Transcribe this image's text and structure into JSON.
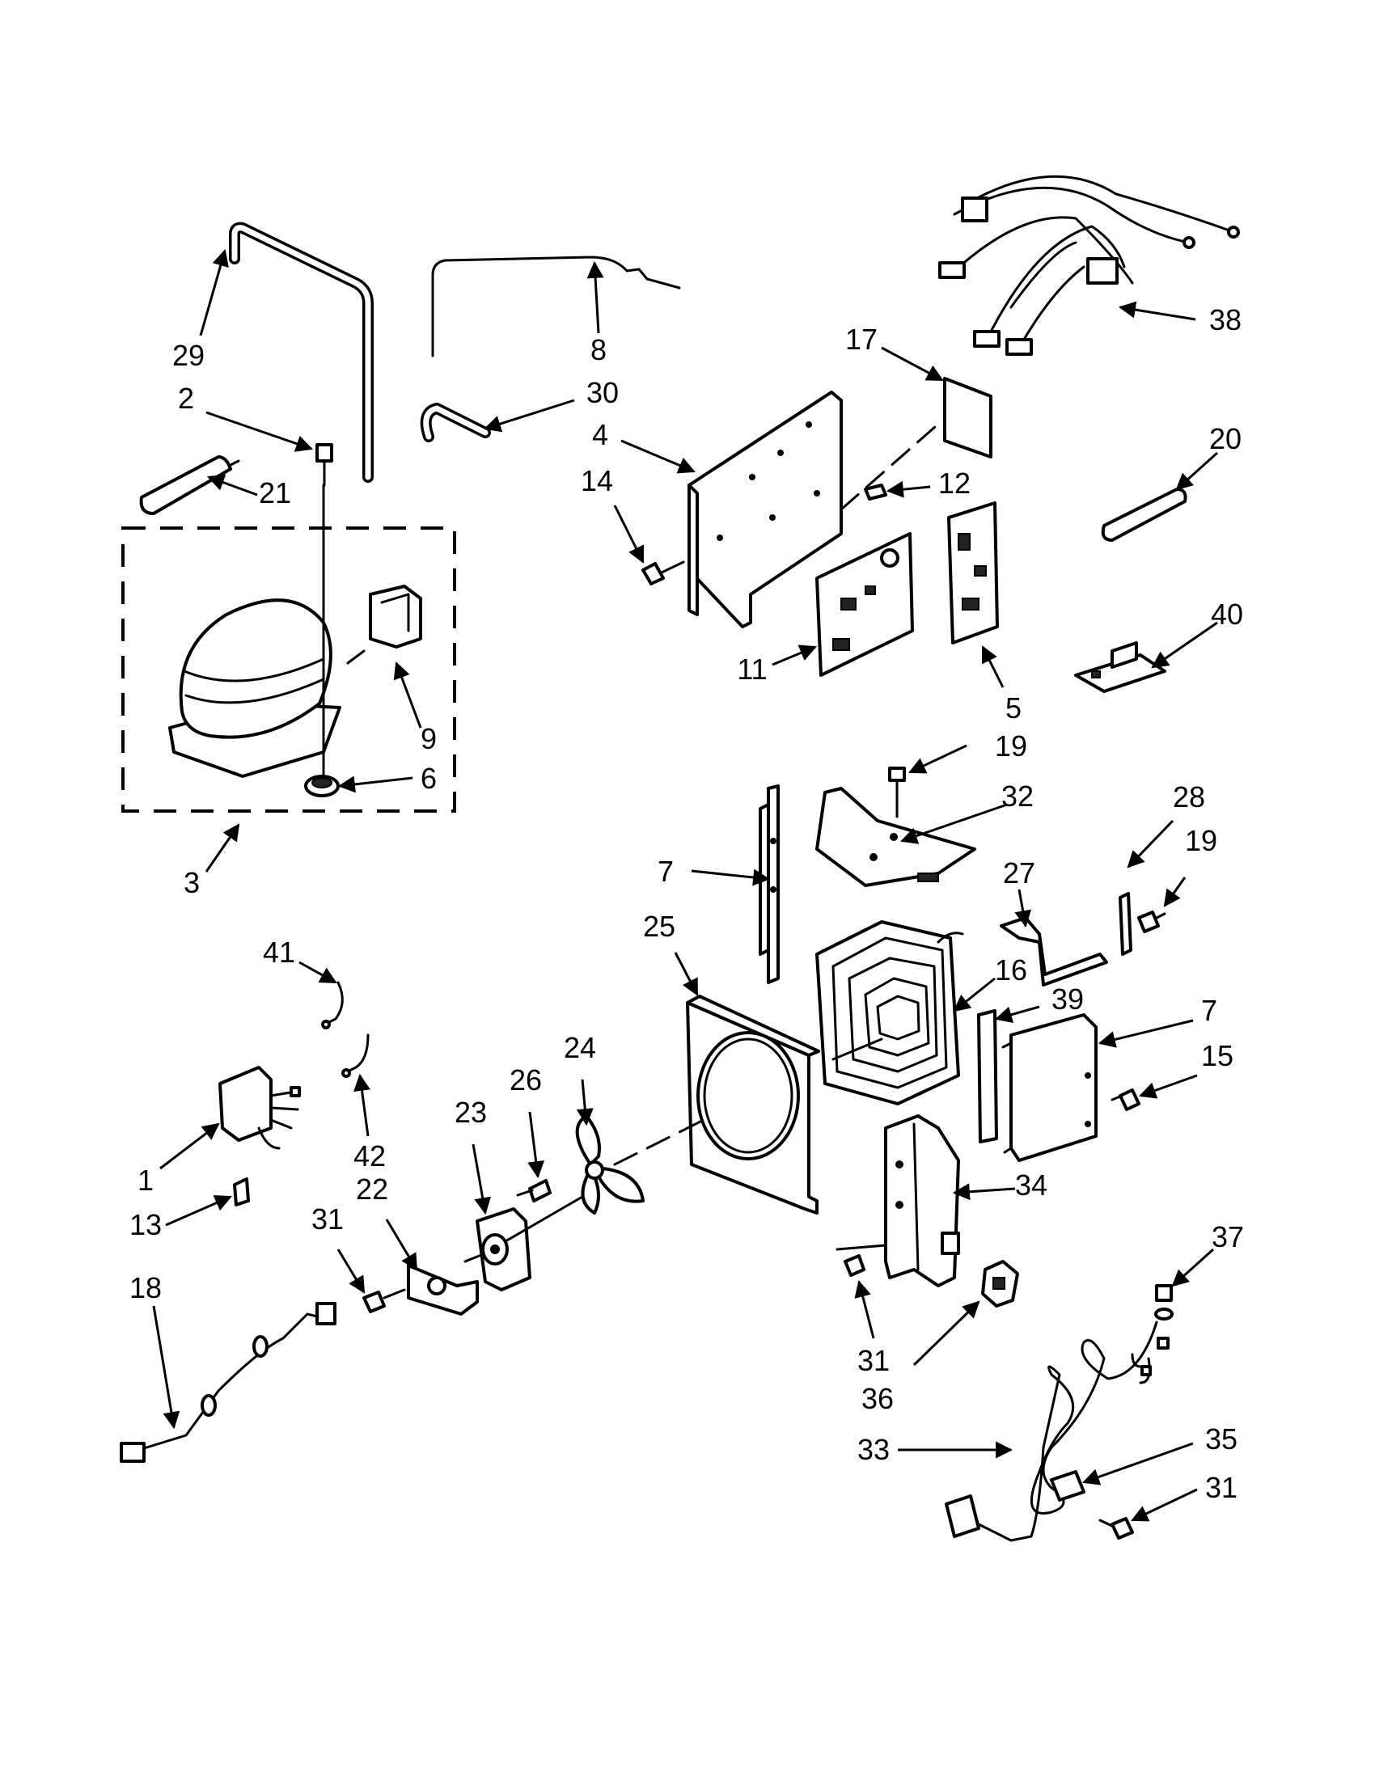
{
  "callouts": [
    "29",
    "2",
    "21",
    "3",
    "9",
    "6",
    "8",
    "30",
    "4",
    "14",
    "17",
    "12",
    "11",
    "5",
    "38",
    "20",
    "40",
    "19",
    "32",
    "7",
    "28",
    "27",
    "25",
    "16",
    "39",
    "15",
    "41",
    "42",
    "1",
    "13",
    "18",
    "22",
    "23",
    "26",
    "24",
    "31",
    "34",
    "37",
    "36",
    "33",
    "35"
  ]
}
